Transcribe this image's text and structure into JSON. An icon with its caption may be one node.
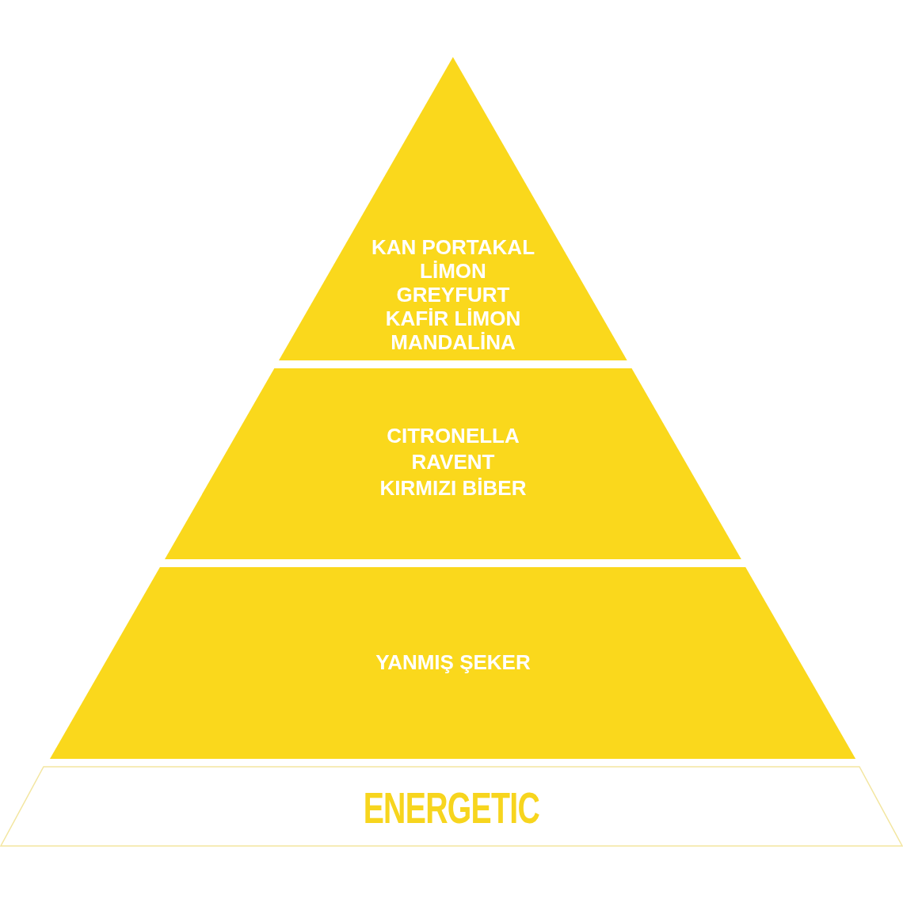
{
  "diagram": {
    "nodes": [
      {
        "text": [
          "KAN PORTAKAL",
          "LİMON",
          "GREYFURT",
          "KAFİR LİMON",
          "MANDALİNA"
        ]
      },
      {
        "text": [
          "CITRONELLA",
          "RAVENT",
          "KIRMIZI BİBER"
        ]
      },
      {
        "text": [
          "YANMIŞ ŞEKER"
        ]
      },
      {
        "text": [
          "ENERGETIC"
        ]
      }
    ]
  }
}
